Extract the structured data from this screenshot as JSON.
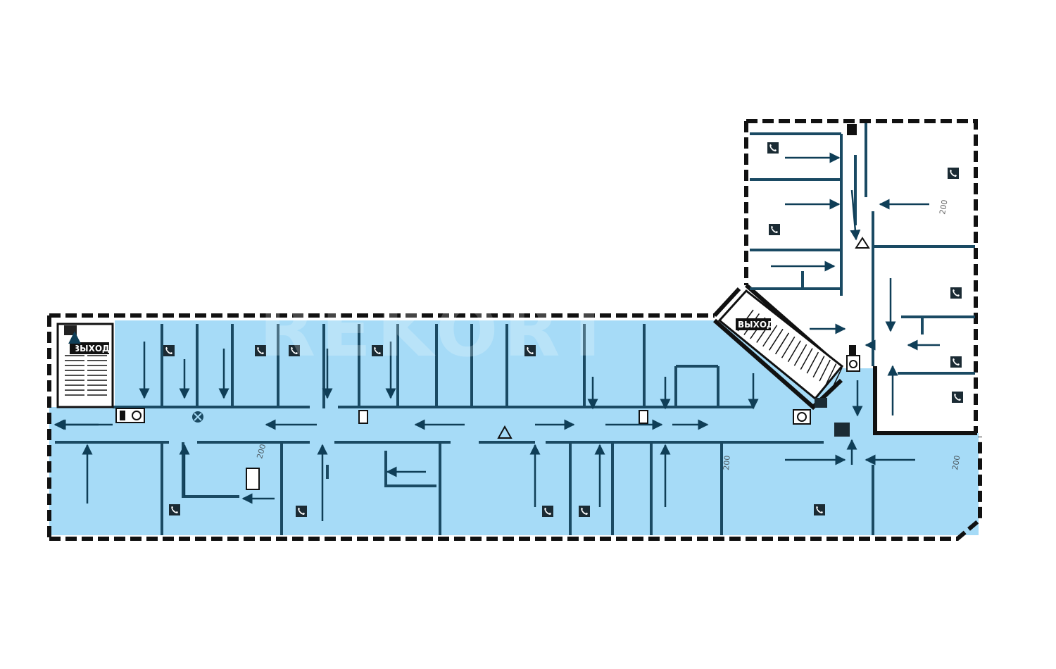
{
  "plan": {
    "exit_label": "ВЫХОД",
    "watermark": "REKORT",
    "dimension_label": "200"
  },
  "colors": {
    "rented_area": "#a6dbf7",
    "walls": "#111111",
    "partitions": "#1a4a63",
    "route_arrows": "#0f3e57",
    "background": "#ffffff"
  },
  "icons": {
    "phone": "phone-icon",
    "fire_alarm": "fire-alarm-icon",
    "hydrant": "fire-hydrant-icon",
    "electric_panel": "electric-panel-icon",
    "exit_stair": "staircase-icon"
  }
}
